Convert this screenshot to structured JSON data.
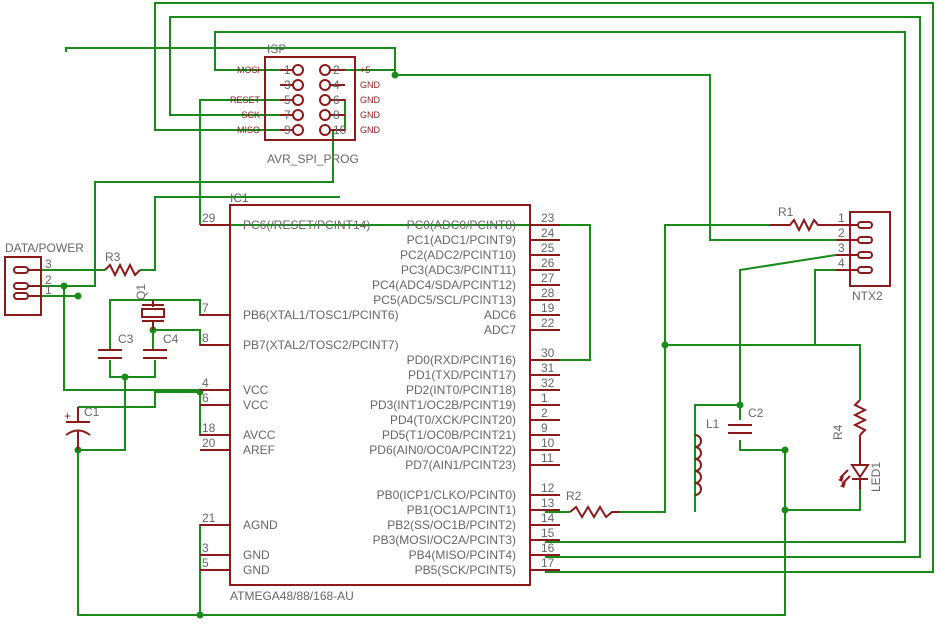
{
  "isp": {
    "title": "ISP",
    "name": "AVR_SPI_PROG",
    "odd_pins": [
      "1",
      "3",
      "5",
      "7",
      "9"
    ],
    "even_pins": [
      "2",
      "4",
      "6",
      "8",
      "10"
    ],
    "left_signals": [
      "MOSI",
      "RESET",
      "SCK",
      "MISO"
    ],
    "right_signals": [
      "+5",
      "GND",
      "GND",
      "GND",
      "GND"
    ]
  },
  "ic1": {
    "ref": "IC1",
    "part": "ATMEGA48/88/168-AU",
    "left_pins": [
      {
        "num": "29",
        "label": "PC6(/RESET/PCINT14)"
      },
      {
        "num": "7",
        "label": "PB6(XTAL1/TOSC1/PCINT6)"
      },
      {
        "num": "8",
        "label": "PB7(XTAL2/TOSC2/PCINT7)"
      },
      {
        "num": "4",
        "label": "VCC"
      },
      {
        "num": "6",
        "label": "VCC"
      },
      {
        "num": "18",
        "label": "AVCC"
      },
      {
        "num": "20",
        "label": "AREF"
      },
      {
        "num": "21",
        "label": "AGND"
      },
      {
        "num": "3",
        "label": "GND"
      },
      {
        "num": "5",
        "label": "GND"
      }
    ],
    "right_pins": [
      {
        "num": "23",
        "label": "PC0(ADC0/PCINT8)"
      },
      {
        "num": "24",
        "label": "PC1(ADC1/PCINT9)"
      },
      {
        "num": "25",
        "label": "PC2(ADC2/PCINT10)"
      },
      {
        "num": "26",
        "label": "PC3(ADC3/PCINT11)"
      },
      {
        "num": "27",
        "label": "PC4(ADC4/SDA/PCINT12)"
      },
      {
        "num": "28",
        "label": "PC5(ADC5/SCL/PCINT13)"
      },
      {
        "num": "19",
        "label": "ADC6"
      },
      {
        "num": "22",
        "label": "ADC7"
      },
      {
        "num": "30",
        "label": "PD0(RXD/PCINT16)"
      },
      {
        "num": "31",
        "label": "PD1(TXD/PCINT17)"
      },
      {
        "num": "32",
        "label": "PD2(INT0/PCINT18)"
      },
      {
        "num": "1",
        "label": "PD3(INT1/OC2B/PCINT19)"
      },
      {
        "num": "2",
        "label": "PD4(T0/XCK/PCINT20)"
      },
      {
        "num": "9",
        "label": "PD5(T1/OC0B/PCINT21)"
      },
      {
        "num": "10",
        "label": "PD6(AIN0/OC0A/PCINT22)"
      },
      {
        "num": "11",
        "label": "PD7(AIN1/PCINT23)"
      },
      {
        "num": "12",
        "label": "PB0(ICP1/CLKO/PCINT0)"
      },
      {
        "num": "13",
        "label": "PB1(OC1A/PCINT1)"
      },
      {
        "num": "14",
        "label": "PB2(SS/OC1B/PCINT2)"
      },
      {
        "num": "15",
        "label": "PB3(MOSI/OC2A/PCINT3)"
      },
      {
        "num": "16",
        "label": "PB4(MISO/PCINT4)"
      },
      {
        "num": "17",
        "label": "PB5(SCK/PCINT5)"
      }
    ]
  },
  "connectors": {
    "data_power": {
      "name": "DATA/POWER",
      "pins": [
        "3",
        "2",
        "1"
      ]
    },
    "ntx2": {
      "name": "NTX2",
      "pins": [
        "1",
        "2",
        "3",
        "4"
      ]
    }
  },
  "components": {
    "r1": "R1",
    "r2": "R2",
    "r3": "R3",
    "r4": "R4",
    "c1": "C1",
    "c2": "C2",
    "c3": "C3",
    "c4": "C4",
    "q1": "Q1",
    "l1": "L1",
    "led1": "LED1",
    "plus": "+"
  }
}
